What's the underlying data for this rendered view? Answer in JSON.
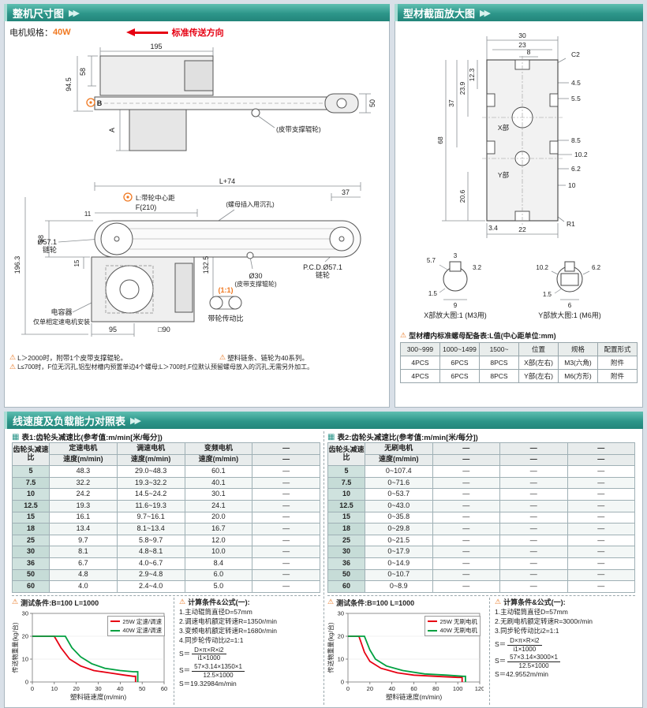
{
  "icons": {
    "double_arrow": "▶▶",
    "warning": "⚠",
    "table": "▦"
  },
  "accent": {
    "teal": "#2d968a",
    "orange": "#f07820",
    "red": "#e60012",
    "green": "#00a040"
  },
  "panel_dim": {
    "title": "整机尺寸图",
    "motor_label": "电机规格：",
    "motor_value": "40W",
    "direction": "标准传送方向",
    "d1": {
      "a195": "195",
      "a58": "58",
      "a945": "94.5",
      "aB": "B",
      "aA": "A",
      "a50": "50",
      "roller": "(皮带支撑辊轮)"
    },
    "d2": {
      "l74": "L+74",
      "lnote": "L:带轮中心距",
      "a37": "37",
      "f210": "F(210)",
      "nut": "(螺母插入用沉孔)",
      "a11": "11",
      "a68": "68",
      "a571": "Ø57.1",
      "chain": "链轮",
      "a1963": "196.3",
      "pcd": "P.C.D.Ø57.1",
      "chain2": "链轮",
      "a30": "Ø30",
      "roller2": "(皮带支撑辊轮)",
      "a15": "15",
      "a1325": "132.5",
      "ratio": "(1:1)",
      "cap": "电容器",
      "capnote": "仅单相定速电机安装",
      "a95": "95",
      "a90": "□90",
      "beltratio": "带轮传动比"
    },
    "notes": [
      "L＞2000时，附带1个皮带支撑辊轮。",
      "塑料链条、链轮为40系列。",
      "L≤700时，F位无沉孔,铝型材槽内预置单边4个螺母;L＞700时,F位默认预留螺母放入的沉孔,无需另外加工。"
    ]
  },
  "panel_profile": {
    "title": "型材截面放大图",
    "d": {
      "a30": "30",
      "a23": "23",
      "a8": "8",
      "c2": "C2",
      "a123": "12.3",
      "a239": "23.9",
      "a37": "37",
      "a68": "68",
      "a45": "4.5",
      "a55": "5.5",
      "a85": "8.5",
      "a102": "10.2",
      "a62": "6.2",
      "a10": "10",
      "a206": "20.6",
      "a34": "3.4",
      "a22": "22",
      "r1": "R1",
      "xpart": "X部",
      "ypart": "Y部"
    },
    "xdetail": {
      "a57": "5.7",
      "a3": "3",
      "a32": "3.2",
      "a15": "1.5",
      "a9": "9",
      "caption": "X部放大图:1 (M3用)"
    },
    "ydetail": {
      "a102": "10.2",
      "a62": "6.2",
      "a15": "1.5",
      "a6": "6",
      "caption": "Y部放大图:1 (M6用)"
    },
    "nut_table": {
      "title": "型材槽内标准螺母配备表:L值(中心距单位:mm)",
      "headers": [
        "300~999",
        "1000~1499",
        "1500~",
        "位置",
        "规格",
        "配置形式"
      ],
      "rows": [
        [
          "4PCS",
          "6PCS",
          "8PCS",
          "X部(左右)",
          "M3(六角)",
          "附件"
        ],
        [
          "4PCS",
          "6PCS",
          "8PCS",
          "Y部(左右)",
          "M6(方形)",
          "附件"
        ]
      ]
    }
  },
  "panel_speed": {
    "title": "线速度及负载能力对照表",
    "table1": {
      "caption": "表1:齿轮头减速比(参考值:m/min[米/每分])",
      "col0": "齿轮头减速比",
      "groups": [
        "定速电机",
        "调速电机",
        "变频电机",
        "—"
      ],
      "subs": [
        "速度(m/min)",
        "速度(m/min)",
        "速度(m/min)",
        "—"
      ],
      "rows": [
        [
          "5",
          "48.3",
          "29.0~48.3",
          "60.1",
          "—"
        ],
        [
          "7.5",
          "32.2",
          "19.3~32.2",
          "40.1",
          "—"
        ],
        [
          "10",
          "24.2",
          "14.5~24.2",
          "30.1",
          "—"
        ],
        [
          "12.5",
          "19.3",
          "11.6~19.3",
          "24.1",
          "—"
        ],
        [
          "15",
          "16.1",
          "9.7~16.1",
          "20.0",
          "—"
        ],
        [
          "18",
          "13.4",
          "8.1~13.4",
          "16.7",
          "—"
        ],
        [
          "25",
          "9.7",
          "5.8~9.7",
          "12.0",
          "—"
        ],
        [
          "30",
          "8.1",
          "4.8~8.1",
          "10.0",
          "—"
        ],
        [
          "36",
          "6.7",
          "4.0~6.7",
          "8.4",
          "—"
        ],
        [
          "50",
          "4.8",
          "2.9~4.8",
          "6.0",
          "—"
        ],
        [
          "60",
          "4.0",
          "2.4~4.0",
          "5.0",
          "—"
        ]
      ]
    },
    "table2": {
      "caption": "表2:齿轮头减速比(参考值:m/min[米/每分])",
      "col0": "齿轮头减速比",
      "groups": [
        "无刷电机",
        "—",
        "—",
        "—"
      ],
      "subs": [
        "速度(m/min)",
        "—",
        "—",
        "—"
      ],
      "rows": [
        [
          "5",
          "0~107.4",
          "—",
          "—",
          "—"
        ],
        [
          "7.5",
          "0~71.6",
          "—",
          "—",
          "—"
        ],
        [
          "10",
          "0~53.7",
          "—",
          "—",
          "—"
        ],
        [
          "12.5",
          "0~43.0",
          "—",
          "—",
          "—"
        ],
        [
          "15",
          "0~35.8",
          "—",
          "—",
          "—"
        ],
        [
          "18",
          "0~29.8",
          "—",
          "—",
          "—"
        ],
        [
          "25",
          "0~21.5",
          "—",
          "—",
          "—"
        ],
        [
          "30",
          "0~17.9",
          "—",
          "—",
          "—"
        ],
        [
          "36",
          "0~14.9",
          "—",
          "—",
          "—"
        ],
        [
          "50",
          "0~10.7",
          "—",
          "—",
          "—"
        ],
        [
          "60",
          "0~8.9",
          "—",
          "—",
          "—"
        ]
      ]
    },
    "test1": "测试条件:B=100  L=1000",
    "test2": "测试条件:B=100  L=1000",
    "calc1": {
      "title": "计算条件&公式(一):",
      "items": [
        "1.主动辊筒直径D=57mm",
        "2.调速电机额定转速R=1350r/min",
        "3.变频电机额定转速R=1680r/min",
        "4.同步轮传动比i2=1:1"
      ],
      "f1_pre": "S＝",
      "f1_num": "D×π×R×i2",
      "f1_den": "i1×1000",
      "f2_pre": "S＝",
      "f2_num": "57×3.14×1350×1",
      "f2_den": "12.5×1000",
      "result": "S＝19.32984m/min"
    },
    "calc2": {
      "title": "计算条件&公式(一):",
      "items": [
        "1.主动辊筒直径D=57mm",
        "2.无刷电机额定转速R=3000r/min",
        "3.同步轮传动比i2=1:1"
      ],
      "f1_pre": "S＝",
      "f1_num": "D×π×R×i2",
      "f1_den": "i1×1000",
      "f2_pre": "S＝",
      "f2_num": "57×3.14×3000×1",
      "f2_den": "12.5×1000",
      "result": "S＝42.9552m/min"
    }
  },
  "chart_data": [
    {
      "type": "line",
      "title": "",
      "xlabel": "塑料链速度(m/min)",
      "ylabel": "传送物重量(kg/台)",
      "xlim": [
        0,
        60
      ],
      "ylim": [
        0,
        30
      ],
      "xticks": [
        0,
        10,
        20,
        30,
        40,
        50,
        60
      ],
      "yticks": [
        0,
        10,
        20,
        30
      ],
      "legend_position": "top-right",
      "grid": false,
      "series": [
        {
          "name": "25W 定速/调速",
          "color": "#e60012",
          "points": [
            [
              0,
              20
            ],
            [
              10,
              20
            ],
            [
              13,
              15
            ],
            [
              17,
              10
            ],
            [
              22,
              7
            ],
            [
              28,
              5
            ],
            [
              35,
              4
            ],
            [
              42,
              3
            ],
            [
              46,
              2.5
            ],
            [
              47,
              2.5
            ],
            [
              47,
              0
            ]
          ]
        },
        {
          "name": "40W 定速/调速",
          "color": "#00a040",
          "points": [
            [
              0,
              20
            ],
            [
              15,
              20
            ],
            [
              18,
              15
            ],
            [
              22,
              11
            ],
            [
              27,
              8
            ],
            [
              33,
              6
            ],
            [
              40,
              5
            ],
            [
              46,
              4.5
            ],
            [
              48,
              4.5
            ],
            [
              48,
              0
            ]
          ]
        }
      ]
    },
    {
      "type": "line",
      "title": "",
      "xlabel": "塑料链速度(m/min)",
      "ylabel": "传送物重量(kg/台)",
      "xlim": [
        0,
        120
      ],
      "ylim": [
        0,
        30
      ],
      "xticks": [
        0,
        20,
        40,
        60,
        80,
        100,
        120
      ],
      "yticks": [
        0,
        10,
        20,
        30
      ],
      "legend_position": "top-right",
      "grid": false,
      "series": [
        {
          "name": "25W 无刷电机",
          "color": "#e60012",
          "points": [
            [
              0,
              20
            ],
            [
              10,
              20
            ],
            [
              15,
              13
            ],
            [
              20,
              9
            ],
            [
              30,
              6
            ],
            [
              45,
              4
            ],
            [
              60,
              3
            ],
            [
              80,
              2.5
            ],
            [
              100,
              2
            ],
            [
              104,
              2
            ],
            [
              104,
              0
            ]
          ]
        },
        {
          "name": "40W 无刷电机",
          "color": "#00a040",
          "points": [
            [
              0,
              20
            ],
            [
              15,
              20
            ],
            [
              20,
              14
            ],
            [
              25,
              10
            ],
            [
              35,
              7
            ],
            [
              50,
              5
            ],
            [
              70,
              3.5
            ],
            [
              90,
              3
            ],
            [
              105,
              2.5
            ],
            [
              107,
              2.5
            ],
            [
              107,
              0
            ]
          ]
        }
      ]
    }
  ]
}
